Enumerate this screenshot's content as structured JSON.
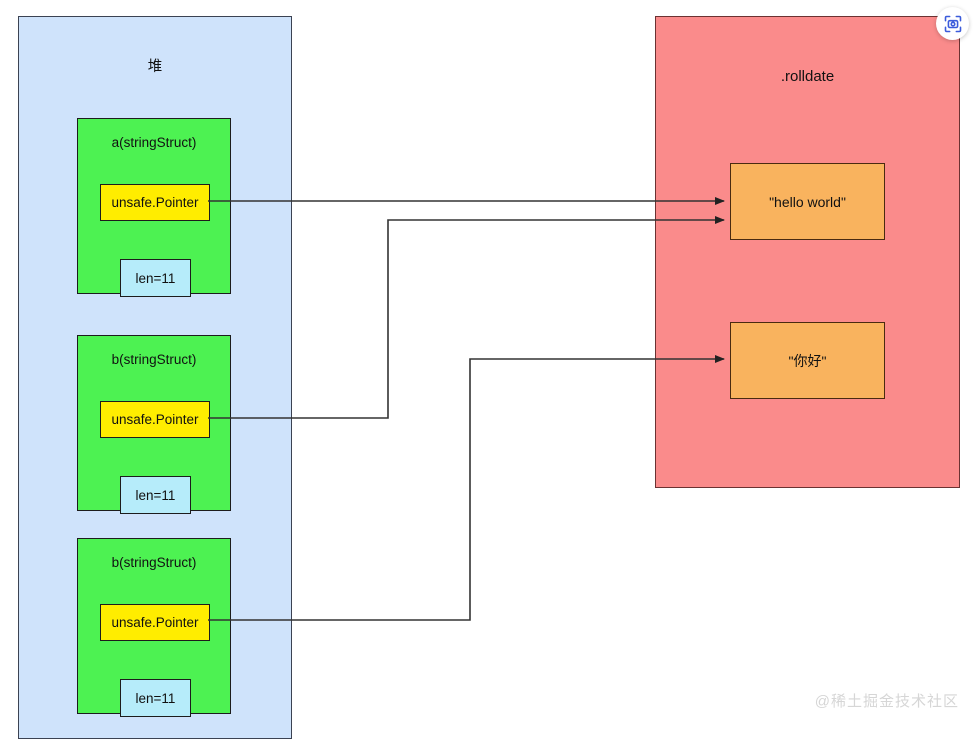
{
  "diagram": {
    "title_heap": "堆",
    "title_rodata": ".rolldate",
    "structs": [
      {
        "name": "a(stringStruct)",
        "pointer_label": "unsafe.Pointer",
        "len_label": "len=11"
      },
      {
        "name": "b(stringStruct)",
        "pointer_label": "unsafe.Pointer",
        "len_label": "len=11"
      },
      {
        "name": "b(stringStruct)",
        "pointer_label": "unsafe.Pointer",
        "len_label": "len=11"
      }
    ],
    "literals": [
      {
        "label": "\"hello world\""
      },
      {
        "label": "\"你好\""
      }
    ],
    "colors": {
      "heap_fill": "#cfe3fb",
      "rodata_fill": "#fa8b8b",
      "struct_fill": "#4df252",
      "pointer_fill": "#ffed00",
      "len_fill": "#b6ecfa",
      "literal_fill": "#f9b35e",
      "wire_stroke": "#333333"
    }
  },
  "overlay": {
    "scan_icon": "scan-camera-icon",
    "watermark": "@稀土掘金技术社区"
  }
}
